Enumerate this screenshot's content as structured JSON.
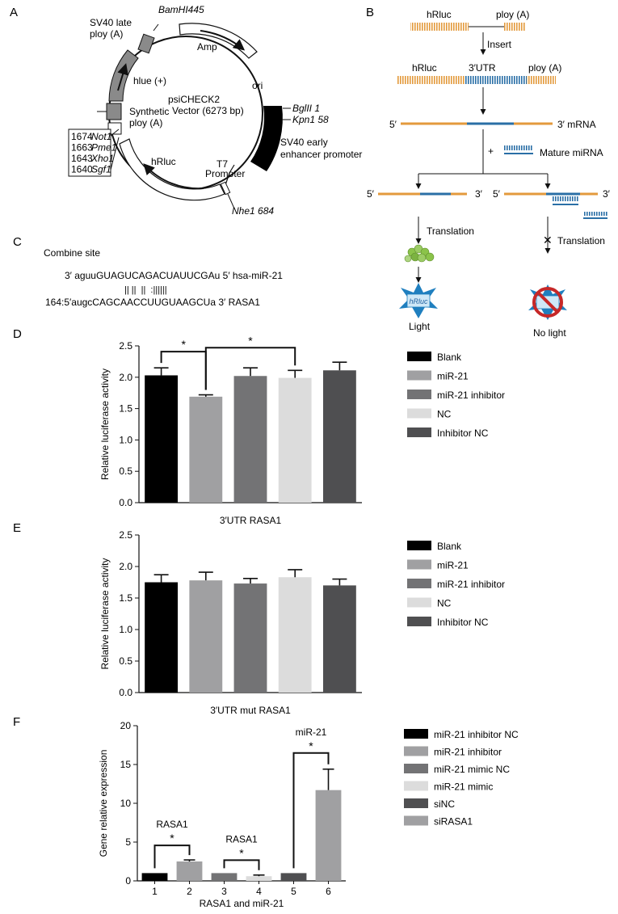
{
  "panels": {
    "a": {
      "letter": "A",
      "late_polya": [
        "SV40 late",
        "ploy (A)"
      ],
      "bam": "BamHI445",
      "amp": "Amp",
      "ori": "ori",
      "hlue": "hlue (+)",
      "vector": [
        "psiCHECK2",
        "Vector (6273 bp)"
      ],
      "bgl": "BglII 1",
      "kpn": "Kpn1 58",
      "sv40": [
        "SV40 early",
        "enhancer promoter"
      ],
      "synthetic": [
        "Synthetic",
        "ploy (A)"
      ],
      "hrluc": "hRluc",
      "t7": [
        "T7",
        "Promoter"
      ],
      "nhe": "Nhe1 684",
      "sites": [
        {
          "pos": "1674",
          "enzyme": "Not1"
        },
        {
          "pos": "1663",
          "enzyme": "Pme1"
        },
        {
          "pos": "1643",
          "enzyme": "Xho1"
        },
        {
          "pos": "1640",
          "enzyme": "Sgf1"
        }
      ]
    },
    "b": {
      "letter": "B",
      "hrluc": "hRluc",
      "polya": "ploy (A)",
      "insert": "Insert",
      "utr": "3′UTR",
      "five": "5′",
      "three_mrna": "3′ mRNA",
      "three": "3′",
      "plus": "+",
      "mature": "Mature miRNA",
      "translation": "Translation",
      "luc_label": "hRluc",
      "light": "Light",
      "nolight": "No light"
    },
    "c": {
      "letter": "C",
      "title": "Combine site",
      "mirna_seq": "3′ aguuGUAGUCAGACUAUUCGAu 5′ hsa-miR-21",
      "pairs": "|| ||  ||  :||||||",
      "rasa_seq": "164:5′augcCAGCAACCUUGUAAGCUa 3′ RASA1"
    },
    "d": {
      "letter": "D"
    },
    "e": {
      "letter": "E"
    },
    "f": {
      "letter": "F"
    }
  },
  "chart_data": [
    {
      "type": "bar",
      "panel": "D",
      "categories": [
        "Blank",
        "miR-21",
        "miR-21 inhibitor",
        "NC",
        "Inhibitor NC"
      ],
      "values": [
        2.03,
        1.69,
        2.02,
        1.99,
        2.11
      ],
      "errors": [
        0.12,
        0.03,
        0.13,
        0.12,
        0.13
      ],
      "colors": [
        "#000000",
        "#a0a0a2",
        "#737375",
        "#dcdcdc",
        "#4f4f51"
      ],
      "xlabel": "3′UTR RASA1",
      "ylabel": "Relative luciferase activity",
      "ylim": [
        0,
        2.5
      ],
      "ticks": [
        "0.0",
        "0.5",
        "1.0",
        "1.5",
        "2.0",
        "2.5"
      ],
      "legend": [
        "Blank",
        "miR-21",
        "miR-21 inhibitor",
        "NC",
        "Inhibitor NC"
      ],
      "significance": [
        {
          "from": 0,
          "to": 1,
          "label": "*"
        },
        {
          "from": 1,
          "to": 3,
          "label": "*"
        }
      ]
    },
    {
      "type": "bar",
      "panel": "E",
      "categories": [
        "Blank",
        "miR-21",
        "miR-21 inhibitor",
        "NC",
        "Inhibitor NC"
      ],
      "values": [
        1.75,
        1.78,
        1.73,
        1.83,
        1.7
      ],
      "errors": [
        0.12,
        0.13,
        0.08,
        0.12,
        0.1
      ],
      "colors": [
        "#000000",
        "#a0a0a2",
        "#737375",
        "#dcdcdc",
        "#4f4f51"
      ],
      "xlabel": "3′UTR mut RASA1",
      "ylabel": "Relative luciferase activity",
      "ylim": [
        0,
        2.5
      ],
      "ticks": [
        "0.0",
        "0.5",
        "1.0",
        "1.5",
        "2.0",
        "2.5"
      ],
      "legend": [
        "Blank",
        "miR-21",
        "miR-21 inhibitor",
        "NC",
        "Inhibitor NC"
      ],
      "significance": []
    },
    {
      "type": "bar",
      "panel": "F",
      "categories": [
        "1",
        "2",
        "3",
        "4",
        "5",
        "6"
      ],
      "values": [
        1.0,
        2.5,
        1.0,
        0.6,
        1.0,
        11.7
      ],
      "errors": [
        0,
        0.2,
        0,
        0.15,
        0,
        2.7
      ],
      "colors": [
        "#000000",
        "#a0a0a2",
        "#737375",
        "#dcdcdc",
        "#4f4f51",
        "#a0a0a2"
      ],
      "xlabel": "RASA1 and miR-21",
      "ylabel": "Gene relative expression",
      "ylim": [
        0,
        20
      ],
      "ticks": [
        "0",
        "5",
        "10",
        "15",
        "20"
      ],
      "legend": [
        "miR-21 inhibitor NC",
        "miR-21 inhibitor",
        "miR-21 mimic NC",
        "miR-21 mimic",
        "siNC",
        "siRASA1"
      ],
      "group_labels": [
        {
          "label": "RASA1",
          "from": 0,
          "to": 1
        },
        {
          "label": "RASA1",
          "from": 2,
          "to": 3
        },
        {
          "label": "miR-21",
          "from": 4,
          "to": 5
        }
      ],
      "significance": [
        {
          "from": 0,
          "to": 1,
          "label": "*"
        },
        {
          "from": 2,
          "to": 3,
          "label": "*"
        },
        {
          "from": 4,
          "to": 5,
          "label": "*"
        }
      ]
    }
  ]
}
